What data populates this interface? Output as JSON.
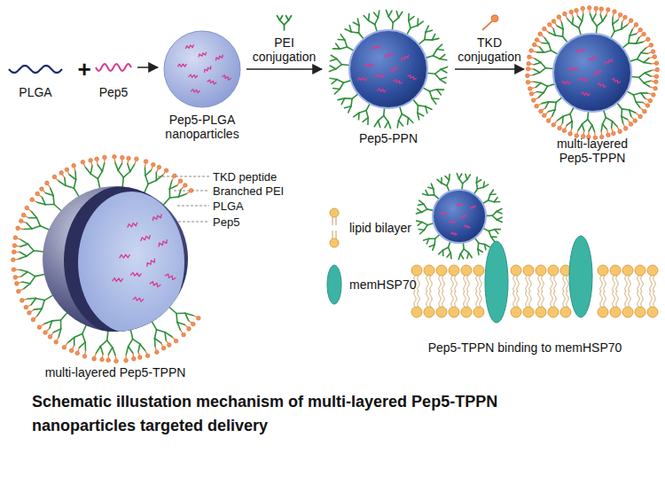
{
  "diagram": {
    "caption": "Schematic illustation mechanism of multi-layered Pep5-TPPN nanoparticles targeted delivery",
    "nodes": [
      {
        "text": [
          "PLGA"
        ]
      },
      {
        "text": [
          "Pep5"
        ]
      },
      {
        "text": [
          "Pep5-PLGA nanoparticles"
        ]
      },
      {
        "text": [
          "Pep5-PPN"
        ]
      },
      {
        "text": [
          "multi-layered Pep5-TPPN"
        ]
      },
      {
        "text": [
          "multi-layered Pep5-TPPN"
        ]
      }
    ],
    "edges": [
      {
        "from": 1,
        "to": 2,
        "arrow": "to"
      },
      {
        "from": 2,
        "to": 3,
        "arrow": "to",
        "label": "PEI conjugation"
      },
      {
        "from": 3,
        "to": 4,
        "arrow": "to",
        "label": "TKD conjugation"
      }
    ],
    "labels": [
      "+",
      "TKD peptide",
      "Branched PEI",
      "PLGA",
      "Pep5",
      "Pep5-TPPN binding to memHSP70"
    ],
    "legend": [
      {
        "text": "lipid bilayer"
      },
      {
        "text": "memHSP70",
        "color": "#3cb4a4"
      }
    ]
  }
}
